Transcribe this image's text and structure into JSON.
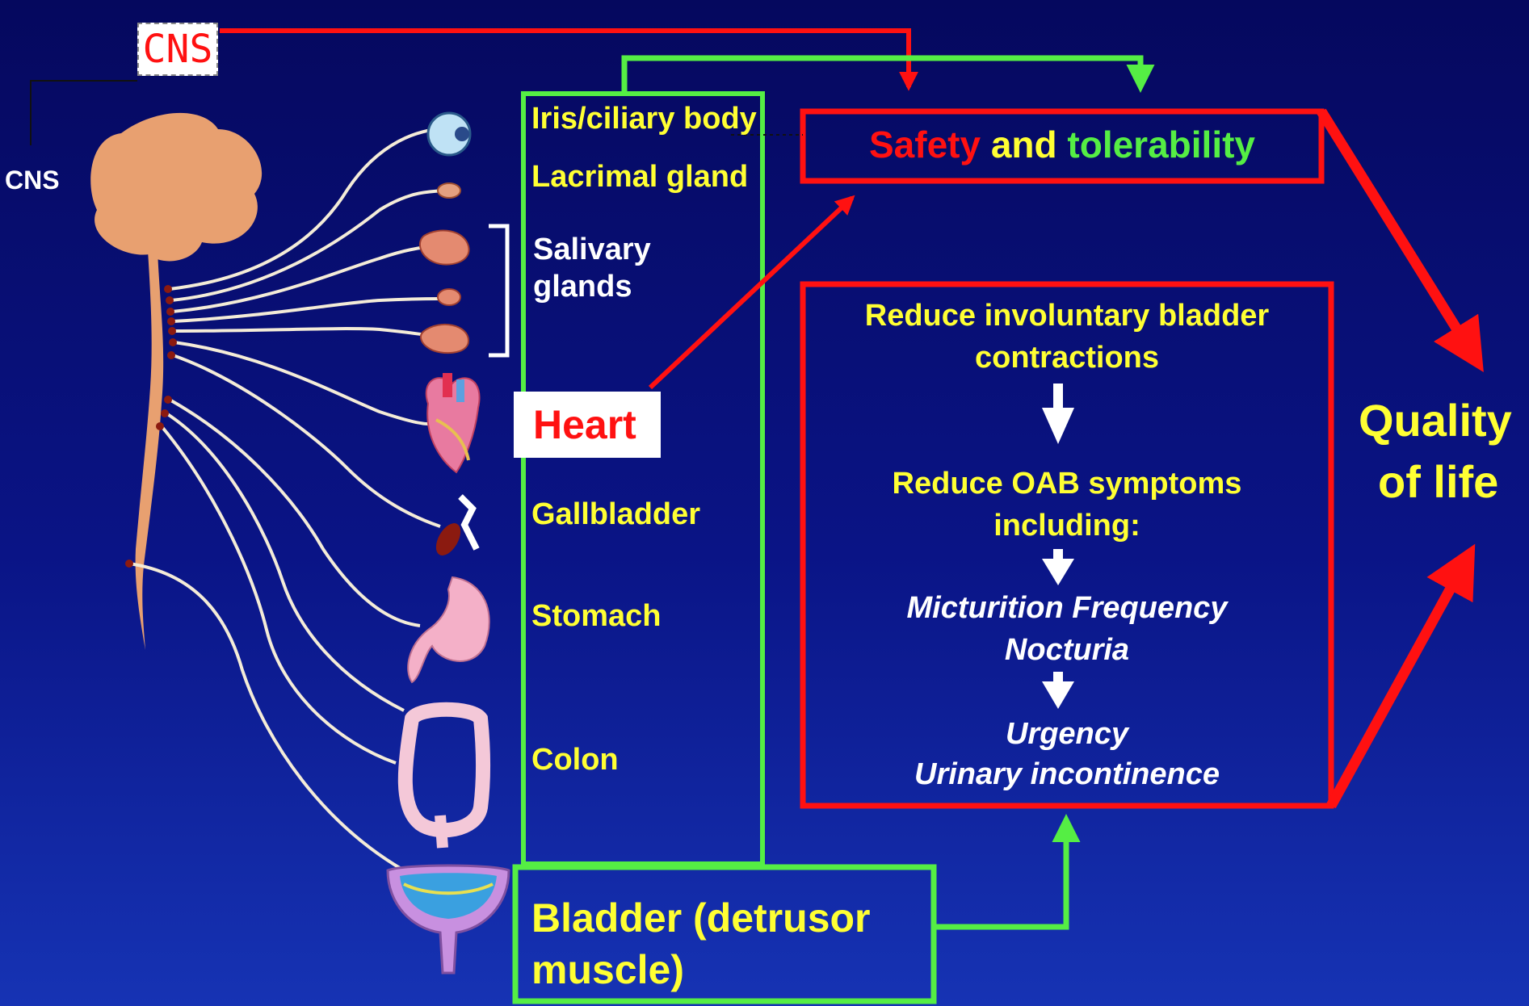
{
  "labels": {
    "cns_tag": "CNS",
    "cns_brain": "CNS",
    "organs": {
      "iris": "Iris/ciliary body",
      "lacrimal": "Lacrimal gland",
      "salivary_1": "Salivary",
      "salivary_2": "glands",
      "heart": "Heart",
      "gallbladder": "Gallbladder",
      "stomach": "Stomach",
      "colon": "Colon",
      "bladder_1": "Bladder (detrusor",
      "bladder_2": "muscle)"
    },
    "safety": {
      "part1": "Safety",
      "part2": " and ",
      "part3": "tolerability"
    },
    "effects": {
      "line1": "Reduce involuntary bladder",
      "line2": "contractions",
      "line3": "Reduce OAB symptoms",
      "line4": "including:",
      "line5": "Micturition Frequency",
      "line6": "Nocturia",
      "line7": "Urgency",
      "line8": "Urinary incontinence"
    },
    "qol_1": "Quality",
    "qol_2": "of life"
  },
  "colors": {
    "red": "#ff1111",
    "green": "#55ee44",
    "yellow": "#ffff33",
    "tissue": "#e8a070",
    "nerve": "#f4ecd8"
  }
}
